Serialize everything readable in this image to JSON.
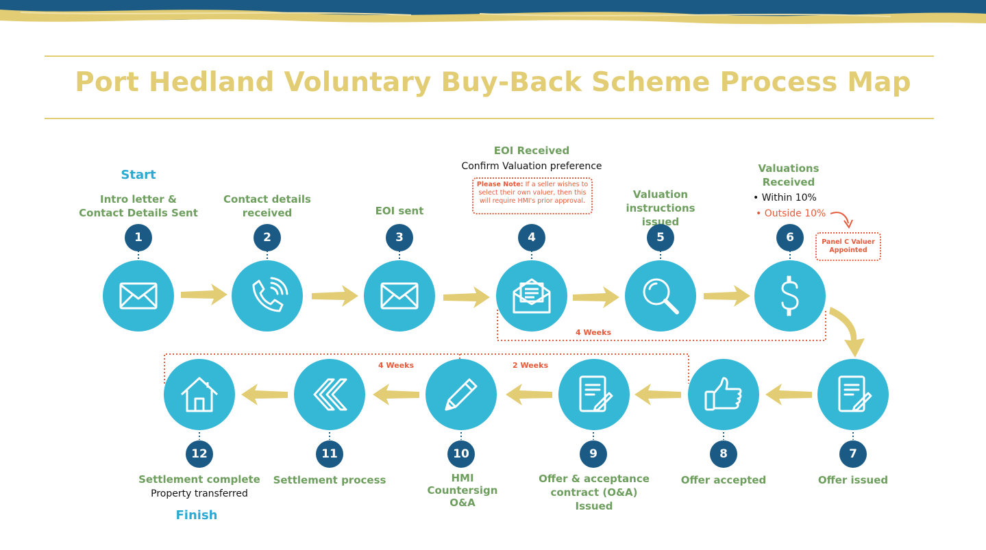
{
  "title": "Port Hedland Voluntary Buy-Back Scheme Process Map",
  "start_label": "Start",
  "finish_label": "Finish",
  "colors": {
    "title": "#e2cd74",
    "circle": "#35b7d6",
    "number": "#1b5a84",
    "label": "#6e9e5e",
    "note": "#e6593a"
  },
  "steps": [
    {
      "number": "1",
      "label": "Intro letter & Contact Details Sent",
      "icon": "envelope-icon"
    },
    {
      "number": "2",
      "label": "Contact details received",
      "icon": "phone-icon"
    },
    {
      "number": "3",
      "label": "EOI sent",
      "icon": "envelope-icon"
    },
    {
      "number": "4",
      "label": "EOI Received",
      "sub": "Confirm Valuation preference",
      "icon": "open-envelope-icon"
    },
    {
      "number": "5",
      "label": "Valuation instructions issued",
      "icon": "magnifier-icon"
    },
    {
      "number": "6",
      "label": "Valuations Received",
      "bullet_within": "• Within 10%",
      "bullet_outside": "• Outside 10%",
      "icon": "dollar-icon"
    },
    {
      "number": "7",
      "label": "Offer issued",
      "icon": "document-pen-icon"
    },
    {
      "number": "8",
      "label": "Offer accepted",
      "icon": "thumbs-up-icon"
    },
    {
      "number": "9",
      "label": "Offer & acceptance contract (O&A) Issued",
      "icon": "document-pen-icon"
    },
    {
      "number": "10",
      "label": "HMI Countersign O&A",
      "icon": "pencil-icon"
    },
    {
      "number": "11",
      "label": "Settlement process",
      "icon": "double-chevron-left-icon"
    },
    {
      "number": "12",
      "label": "Settlement complete",
      "sub": "Property transferred",
      "icon": "house-icon"
    }
  ],
  "notes": {
    "please_note_bold": "Please Note:",
    "please_note_text": " If a seller wishes to select their own valuer, then this will require HMI's prior approval.",
    "panel_valuer": "Panel C Valuer Appointed"
  },
  "durations": {
    "four_weeks_top": "4 Weeks",
    "four_weeks_bottom": "4 Weeks",
    "two_weeks": "2 Weeks"
  }
}
